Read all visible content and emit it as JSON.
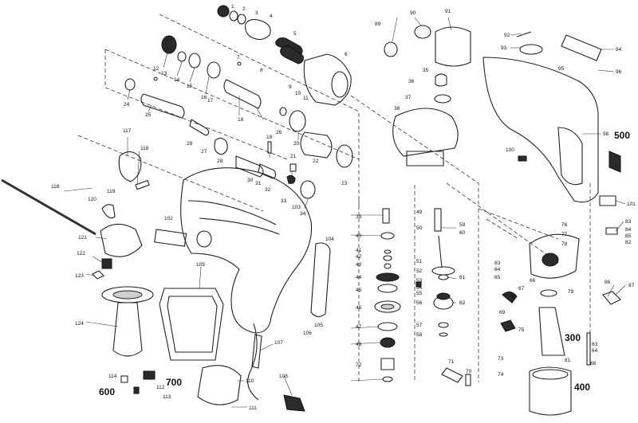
{
  "callouts": [
    {
      "id": "c1",
      "text": "1"
    },
    {
      "id": "c2",
      "text": "2"
    },
    {
      "id": "c3",
      "text": "3"
    },
    {
      "id": "c4",
      "text": "4"
    },
    {
      "id": "c5",
      "text": "5"
    },
    {
      "id": "c6",
      "text": "6"
    },
    {
      "id": "c7",
      "text": "7"
    },
    {
      "id": "c8",
      "text": "8"
    },
    {
      "id": "c9",
      "text": "9"
    },
    {
      "id": "c10",
      "text": "10"
    },
    {
      "id": "c11",
      "text": "11"
    },
    {
      "id": "c12",
      "text": "12"
    },
    {
      "id": "c13",
      "text": "13"
    },
    {
      "id": "c14",
      "text": "14"
    },
    {
      "id": "c15",
      "text": "15"
    },
    {
      "id": "c16",
      "text": "16"
    },
    {
      "id": "c17",
      "text": "17"
    },
    {
      "id": "c18",
      "text": "18"
    },
    {
      "id": "c19",
      "text": "19"
    },
    {
      "id": "c20",
      "text": "20"
    },
    {
      "id": "c21",
      "text": "21"
    },
    {
      "id": "c22",
      "text": "22"
    },
    {
      "id": "c23",
      "text": "23"
    },
    {
      "id": "c24",
      "text": "24"
    },
    {
      "id": "c25",
      "text": "25"
    },
    {
      "id": "c26",
      "text": "26"
    },
    {
      "id": "c27",
      "text": "27"
    },
    {
      "id": "c28",
      "text": "28"
    },
    {
      "id": "c29",
      "text": "29"
    },
    {
      "id": "c30",
      "text": "30"
    },
    {
      "id": "c31",
      "text": "31"
    },
    {
      "id": "c32",
      "text": "32"
    },
    {
      "id": "c33",
      "text": "33"
    },
    {
      "id": "c34",
      "text": "34"
    },
    {
      "id": "c35",
      "text": "35"
    },
    {
      "id": "c36",
      "text": "36"
    },
    {
      "id": "c37",
      "text": "37"
    },
    {
      "id": "c38",
      "text": "38"
    },
    {
      "id": "c39",
      "text": "39"
    },
    {
      "id": "c40",
      "text": "40"
    },
    {
      "id": "c41",
      "text": "41"
    },
    {
      "id": "c42",
      "text": "42"
    },
    {
      "id": "c43",
      "text": "43"
    },
    {
      "id": "c44",
      "text": "44"
    },
    {
      "id": "c45",
      "text": "45"
    },
    {
      "id": "c46",
      "text": "46"
    },
    {
      "id": "c47",
      "text": "47"
    },
    {
      "id": "c48",
      "text": "48"
    },
    {
      "id": "c49",
      "text": "49"
    },
    {
      "id": "c50",
      "text": "50"
    },
    {
      "id": "c51",
      "text": "51"
    },
    {
      "id": "c52",
      "text": "52"
    },
    {
      "id": "c53",
      "text": "53"
    },
    {
      "id": "c54",
      "text": "54"
    },
    {
      "id": "c55",
      "text": "55"
    },
    {
      "id": "c56",
      "text": "56"
    },
    {
      "id": "c57",
      "text": "57"
    },
    {
      "id": "c58",
      "text": "58"
    },
    {
      "id": "c59",
      "text": "59"
    },
    {
      "id": "c60",
      "text": "60"
    },
    {
      "id": "c61",
      "text": "61"
    },
    {
      "id": "c62",
      "text": "62"
    },
    {
      "id": "c63",
      "text": "63"
    },
    {
      "id": "c64",
      "text": "64"
    },
    {
      "id": "c65",
      "text": "65"
    },
    {
      "id": "c66",
      "text": "66"
    },
    {
      "id": "c67",
      "text": "67"
    },
    {
      "id": "c68",
      "text": "68"
    },
    {
      "id": "c69",
      "text": "69"
    },
    {
      "id": "c70",
      "text": "70"
    },
    {
      "id": "c71",
      "text": "71"
    },
    {
      "id": "c72",
      "text": "72"
    },
    {
      "id": "c73",
      "text": "73"
    },
    {
      "id": "c74",
      "text": "74"
    },
    {
      "id": "c75",
      "text": "75"
    },
    {
      "id": "c76",
      "text": "76"
    },
    {
      "id": "c77",
      "text": "77"
    },
    {
      "id": "c78",
      "text": "78"
    },
    {
      "id": "c79",
      "text": "79"
    },
    {
      "id": "c81",
      "text": "81"
    },
    {
      "id": "c82",
      "text": "82"
    },
    {
      "id": "c83",
      "text": "83"
    },
    {
      "id": "c84",
      "text": "84"
    },
    {
      "id": "c85",
      "text": "85"
    },
    {
      "id": "c86",
      "text": "86"
    },
    {
      "id": "c87",
      "text": "87"
    },
    {
      "id": "c88",
      "text": "88"
    },
    {
      "id": "c89",
      "text": "89"
    },
    {
      "id": "c90",
      "text": "90"
    },
    {
      "id": "c91",
      "text": "91"
    },
    {
      "id": "c92",
      "text": "92"
    },
    {
      "id": "c93",
      "text": "93"
    },
    {
      "id": "c94",
      "text": "94"
    },
    {
      "id": "c95",
      "text": "95"
    },
    {
      "id": "c96",
      "text": "96"
    },
    {
      "id": "c98",
      "text": "98"
    },
    {
      "id": "c100",
      "text": "100"
    },
    {
      "id": "c101",
      "text": "101"
    },
    {
      "id": "c102",
      "text": "102"
    },
    {
      "id": "c103",
      "text": "103"
    },
    {
      "id": "c104",
      "text": "104"
    },
    {
      "id": "c105",
      "text": "105"
    },
    {
      "id": "c106",
      "text": "106"
    },
    {
      "id": "c107",
      "text": "107"
    },
    {
      "id": "c108",
      "text": "108"
    },
    {
      "id": "c109",
      "text": "109"
    },
    {
      "id": "c110",
      "text": "110"
    },
    {
      "id": "c111",
      "text": "111"
    },
    {
      "id": "c112",
      "text": "112"
    },
    {
      "id": "c113",
      "text": "113"
    },
    {
      "id": "c114",
      "text": "114"
    },
    {
      "id": "c116",
      "text": "116"
    },
    {
      "id": "c117",
      "text": "117"
    },
    {
      "id": "c118",
      "text": "118"
    },
    {
      "id": "c119",
      "text": "119"
    },
    {
      "id": "c120",
      "text": "120"
    },
    {
      "id": "c121",
      "text": "121"
    },
    {
      "id": "c122",
      "text": "122"
    },
    {
      "id": "c123",
      "text": "123"
    },
    {
      "id": "c124",
      "text": "124"
    },
    {
      "id": "c63b",
      "text": "63"
    },
    {
      "id": "c64b",
      "text": "64"
    }
  ],
  "assemblies": {
    "a300": "300",
    "a400": "400",
    "a500": "500",
    "a600": "600",
    "a700": "700"
  }
}
